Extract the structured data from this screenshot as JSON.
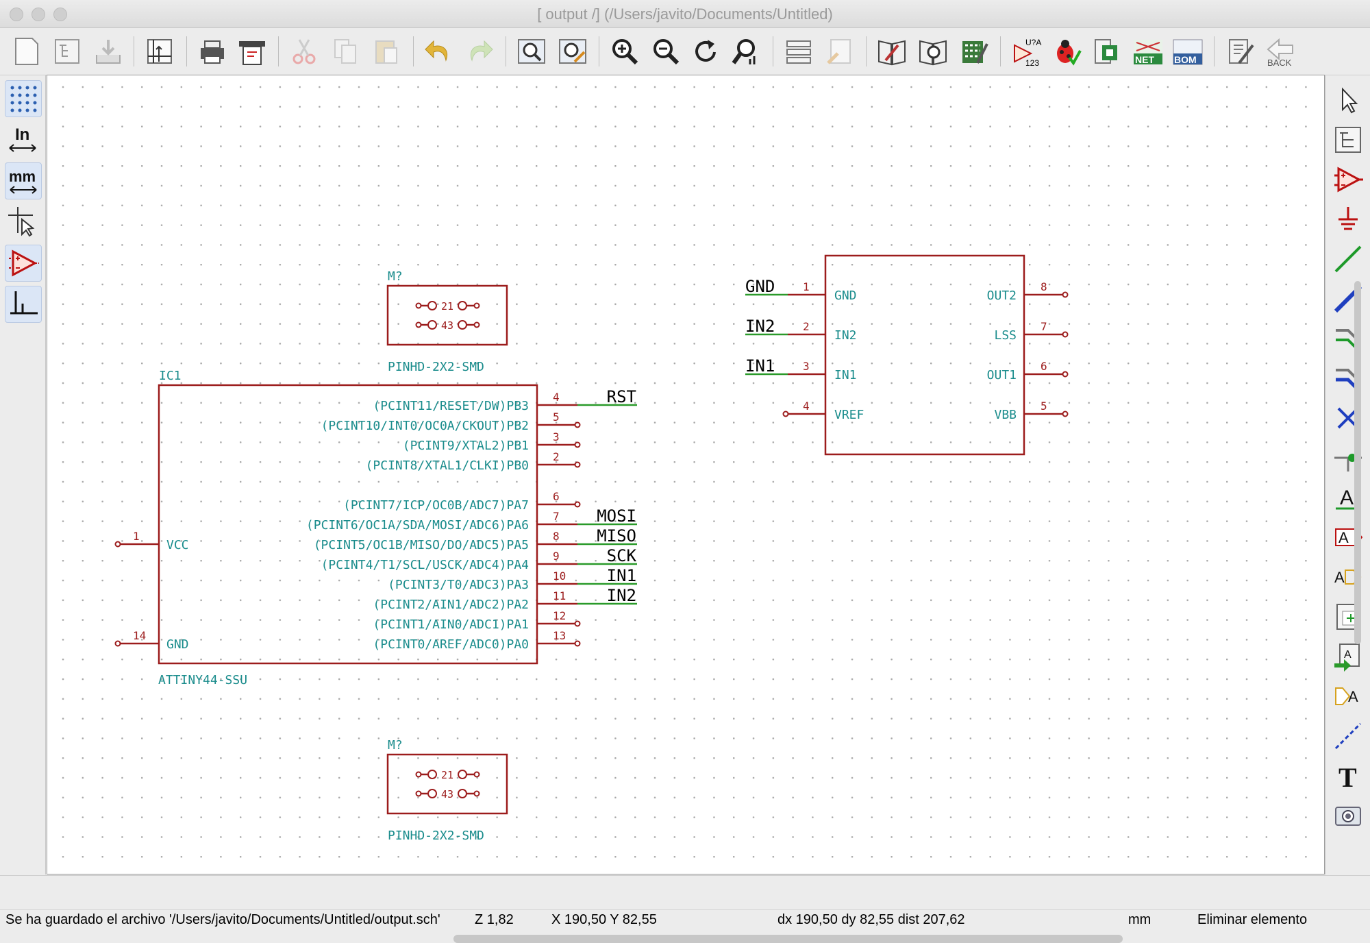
{
  "window": {
    "title": "[ output /] (/Users/javito/Documents/Untitled)"
  },
  "toolbar": {
    "icons": [
      "new-sheet-icon",
      "hierarchy-navigator-icon",
      "save-icon",
      "page-settings-icon",
      "print-icon",
      "plot-icon",
      "cut-icon",
      "copy-icon",
      "paste-icon",
      "undo-icon",
      "redo-icon",
      "find-icon",
      "find-replace-icon",
      "zoom-in-icon",
      "zoom-out-icon",
      "redraw-icon",
      "zoom-fit-icon",
      "hierarchy-icon",
      "leave-sheet-icon",
      "library-editor-icon",
      "library-browser-icon",
      "footprint-assign-icon",
      "annotate-icon",
      "erc-icon",
      "netlist-icon",
      "bom-icon",
      "pcbnew-icon",
      "back-annotate-icon"
    ],
    "annotate_label": "U?A",
    "annotate_num": "123",
    "netlist_label": "NET",
    "bom_label": "BOM",
    "back_label": "BACK"
  },
  "left_toolbar": {
    "inch_label": "In",
    "mm_label": "mm",
    "icons": [
      "grid-icon",
      "units-inch-icon",
      "units-mm-icon",
      "cursor-shape-icon",
      "hidden-pins-icon",
      "orthogonal-wires-icon"
    ]
  },
  "right_toolbar": {
    "label_A": "A",
    "text_T": "T",
    "icons": [
      "select-arrow-icon",
      "hierarchy-sheet-nav-icon",
      "place-component-icon",
      "place-power-icon",
      "place-wire-icon",
      "place-bus-icon",
      "wire-bus-entry-icon",
      "bus-bus-entry-icon",
      "no-connect-icon",
      "junction-icon",
      "net-label-icon",
      "global-label-icon",
      "hierarchical-label-icon",
      "hierarchical-sheet-icon",
      "import-sheet-pin-icon",
      "hierarchical-pin-icon",
      "graphic-line-icon",
      "text-icon",
      "image-icon"
    ]
  },
  "schematic": {
    "ic1": {
      "ref": "IC1",
      "value": "ATTINY44-SSU",
      "left_pins": [
        {
          "num": "1",
          "name": "VCC"
        },
        {
          "num": "14",
          "name": "GND"
        }
      ],
      "right_pins": [
        {
          "num": "4",
          "name": "(PCINT11/RESET/DW)PB3",
          "net": "RST"
        },
        {
          "num": "5",
          "name": "(PCINT10/INT0/OC0A/CKOUT)PB2",
          "net": ""
        },
        {
          "num": "3",
          "name": "(PCINT9/XTAL2)PB1",
          "net": ""
        },
        {
          "num": "2",
          "name": "(PCINT8/XTAL1/CLKI)PB0",
          "net": ""
        },
        {
          "num": "6",
          "name": "(PCINT7/ICP/OC0B/ADC7)PA7",
          "net": ""
        },
        {
          "num": "7",
          "name": "(PCINT6/OC1A/SDA/MOSI/ADC6)PA6",
          "net": "MOSI"
        },
        {
          "num": "8",
          "name": "(PCINT5/OC1B/MISO/DO/ADC5)PA5",
          "net": "MISO"
        },
        {
          "num": "9",
          "name": "(PCINT4/T1/SCL/USCK/ADC4)PA4",
          "net": "SCK"
        },
        {
          "num": "10",
          "name": "(PCINT3/T0/ADC3)PA3",
          "net": "IN1"
        },
        {
          "num": "11",
          "name": "(PCINT2/AIN1/ADC2)PA2",
          "net": "IN2"
        },
        {
          "num": "12",
          "name": "(PCINT1/AIN0/ADC1)PA1",
          "net": ""
        },
        {
          "num": "13",
          "name": "(PCINT0/AREF/ADC0)PA0",
          "net": ""
        }
      ]
    },
    "connectors": [
      {
        "ref": "M?",
        "value": "PINHD-2X2-SMD",
        "row1": "21",
        "row2": "43"
      },
      {
        "ref": "M?",
        "value": "PINHD-2X2-SMD",
        "row1": "21",
        "row2": "43"
      }
    ],
    "driver": {
      "left_pins": [
        {
          "num": "1",
          "name": "GND",
          "net": "GND"
        },
        {
          "num": "2",
          "name": "IN2",
          "net": "IN2"
        },
        {
          "num": "3",
          "name": "IN1",
          "net": "IN1"
        },
        {
          "num": "4",
          "name": "VREF",
          "net": ""
        }
      ],
      "right_pins": [
        {
          "num": "8",
          "name": "OUT2"
        },
        {
          "num": "7",
          "name": "LSS"
        },
        {
          "num": "6",
          "name": "OUT1"
        },
        {
          "num": "5",
          "name": "VBB"
        }
      ]
    }
  },
  "status": {
    "message": "Se ha guardado el archivo '/Users/javito/Documents/Untitled/output.sch'",
    "zoom": "Z 1,82",
    "cursor": "X 190,50  Y 82,55",
    "delta": "dx 190,50  dy 82,55  dist 207,62",
    "units": "mm",
    "tool": "Eliminar elemento"
  },
  "colors": {
    "symbol_body": "#9c1c1c",
    "pin_text": "#1a8c8c",
    "wire": "#2a9a2a",
    "net_label": "#000000"
  }
}
